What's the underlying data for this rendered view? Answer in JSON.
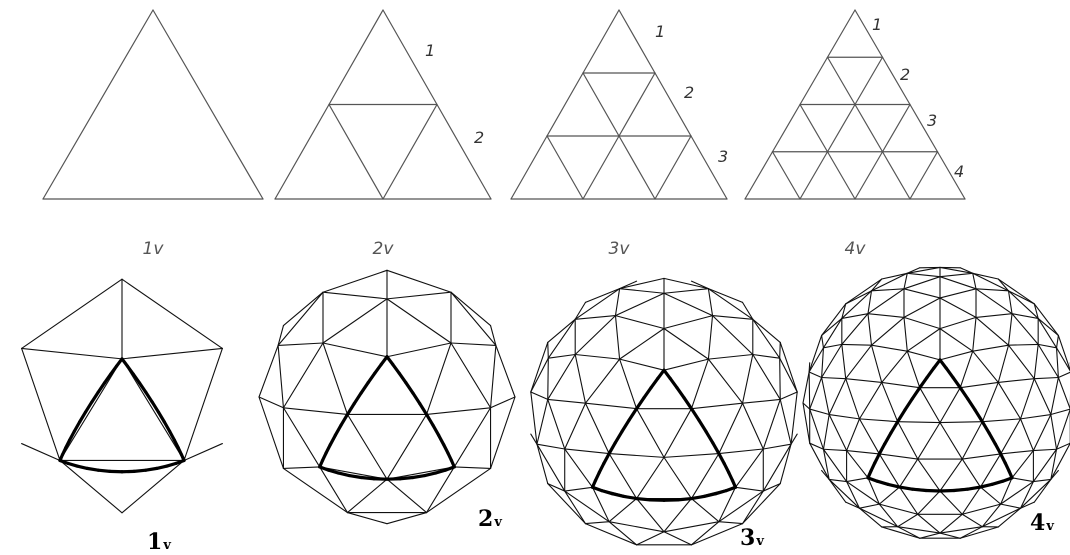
{
  "diagram": {
    "triangles": [
      {
        "frequency": 1,
        "caption": "1v",
        "row_labels": []
      },
      {
        "frequency": 2,
        "caption": "2v",
        "row_labels": [
          "1",
          "2"
        ]
      },
      {
        "frequency": 3,
        "caption": "3v",
        "row_labels": [
          "1",
          "2",
          "3"
        ]
      },
      {
        "frequency": 4,
        "caption": "4v",
        "row_labels": [
          "1",
          "2",
          "3",
          "4"
        ]
      }
    ],
    "domes": [
      {
        "frequency": 1,
        "number": "1",
        "suffix": "v"
      },
      {
        "frequency": 2,
        "number": "2",
        "suffix": "v"
      },
      {
        "frequency": 3,
        "number": "3",
        "suffix": "v"
      },
      {
        "frequency": 4,
        "number": "4",
        "suffix": "v"
      }
    ],
    "colors": {
      "line": "#555555",
      "mesh": "#111111",
      "highlight": "#000000",
      "background": "#ffffff"
    }
  }
}
